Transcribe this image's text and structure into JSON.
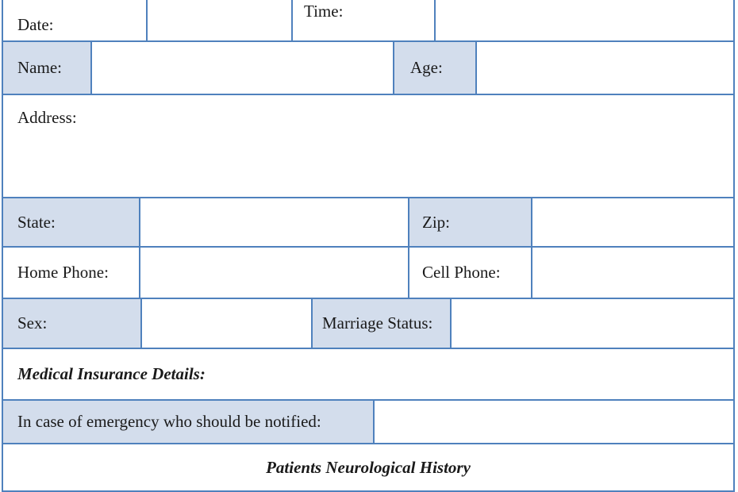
{
  "form": {
    "row_date": {
      "date_label": "Date:",
      "time_label": "Time:"
    },
    "row_name": {
      "name_label": "Name:",
      "age_label": "Age:"
    },
    "row_address": {
      "address_label": "Address:"
    },
    "row_state": {
      "state_label": "State:",
      "zip_label": "Zip:"
    },
    "row_phone": {
      "home_phone_label": "Home Phone:",
      "cell_phone_label": "Cell Phone:"
    },
    "row_sex": {
      "sex_label": "Sex:",
      "marriage_label": "Marriage Status:"
    },
    "row_insurance": {
      "label": "Medical Insurance Details:"
    },
    "row_emergency": {
      "label": "In case of emergency who should be notified:"
    },
    "row_history": {
      "label": "Patients Neurological History"
    }
  },
  "colors": {
    "border": "#4f81bd",
    "shaded_cell": "#d3ddec",
    "text": "#1a1a1a",
    "background": "#ffffff"
  }
}
